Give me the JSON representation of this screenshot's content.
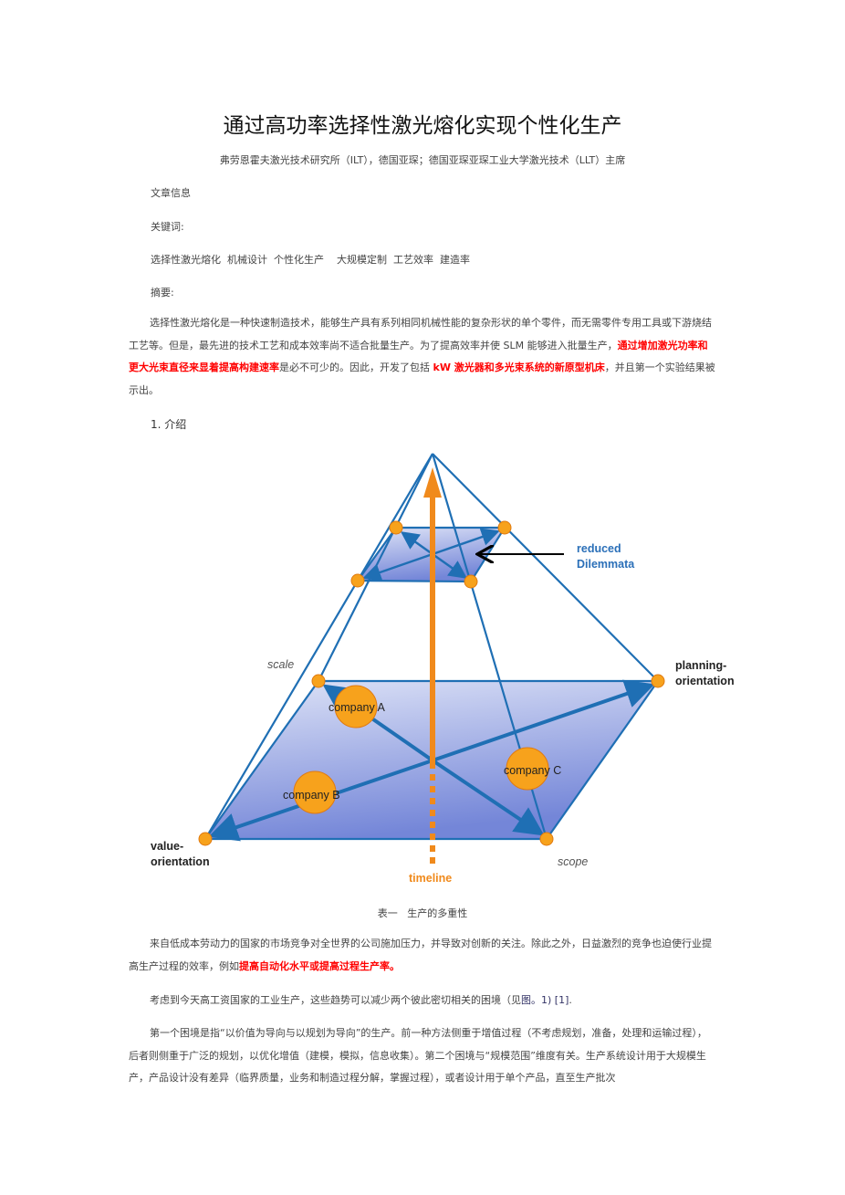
{
  "title": "通过高功率选择性激光熔化实现个性化生产",
  "affiliation": "弗劳恩霍夫激光技术研究所（ILT），德国亚琛；德国亚琛亚琛工业大学激光技术（LLT）主席",
  "article_info": "文章信息",
  "keywords_label": "关键词:",
  "keywords": "选择性激光熔化  机械设计  个性化生产    大规模定制  工艺效率  建造率",
  "abstract_label": "摘要:",
  "abstract": {
    "part1": "选择性激光熔化是一种快速制造技术，能够生产具有系列相同机械性能的复杂形状的单个零件，而无需零件专用工具或下游烧结工艺等。但是，最先进的技术工艺和成本效率尚不适合批量生产。为了提高效率并使 SLM 能够进入批量生产，",
    "highlight1": "通过增加激光功率和更大光束直径来显着提高构建速率",
    "part2": "是必不可少的。因此，开发了包括 ",
    "highlight2": "kW 激光器和多光束系统的新原型机床",
    "part3": "，并且第一个实验结果被示出。"
  },
  "section1": "1. 介绍",
  "figure": {
    "labels": {
      "reduced": "reduced",
      "dilemmata": "Dilemmata",
      "scale": "scale",
      "planning1": "planning-",
      "planning2": "orientation",
      "value1": "value-",
      "value2": "orientation",
      "scope": "scope",
      "timeline": "timeline",
      "company_a": "company A",
      "company_b": "company B",
      "company_c": "company C"
    },
    "colors": {
      "blue": "#1f6fb4",
      "orange": "#f08a1c",
      "fill": "#7b8fdc"
    },
    "caption": "表一   生产的多重性"
  },
  "p1": {
    "text": "来自低成本劳动力的国家的市场竞争对全世界的公司施加压力，并导致对创新的关注。除此之外，日益激烈的竞争也迫使行业提高生产过程的效率，例如",
    "highlight": "提高自动化水平或提高过程生产率。"
  },
  "p2": {
    "text": "考虑到今天高工资国家的工业生产，这些趋势可以减少两个彼此密切相关的困境（见",
    "link": "图。1)",
    "ref": "[1]",
    "end": "."
  },
  "p3": "第一个困境是指“以价值为导向与以规划为导向”的生产。前一种方法侧重于增值过程（不考虑规划，准备，处理和运输过程），后者则侧重于广泛的规划，以优化增值（建模，模拟，信息收集）。第二个困境与“规模范围”维度有关。生产系统设计用于大规模生产，产品设计没有差异（临界质量，业务和制造过程分解，掌握过程），或者设计用于单个产品，直至生产批次"
}
